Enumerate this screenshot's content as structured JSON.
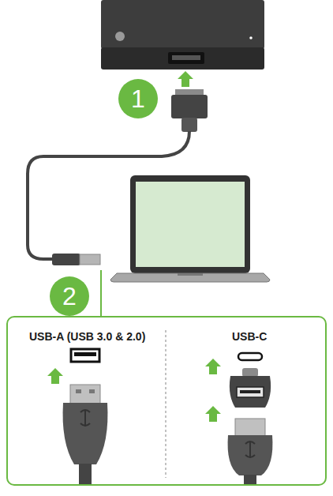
{
  "diagram": {
    "nodes": [
      {
        "text": [
          "1"
        ]
      },
      {
        "text": [
          "2"
        ]
      },
      {
        "text": [
          "USB-A (USB 3.0 & 2.0)",
          "USB-C"
        ]
      }
    ]
  }
}
